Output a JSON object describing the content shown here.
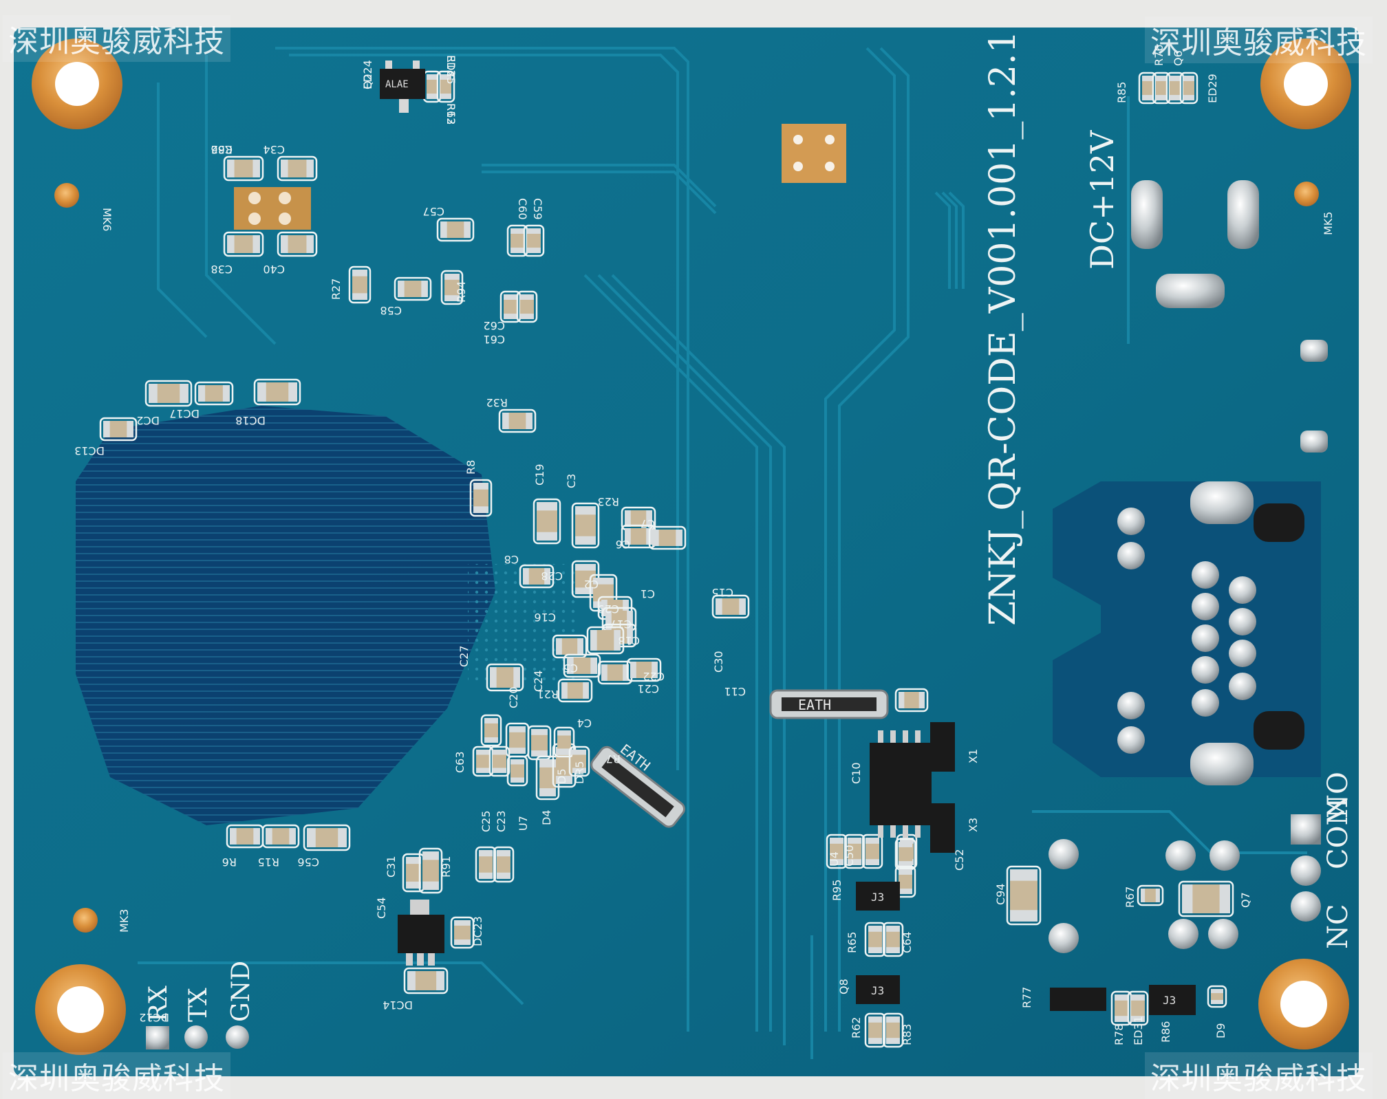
{
  "watermark": "深圳奥骏威科技",
  "board": {
    "model": "ZNKJ_QR-CODE_V001.001_1.2.1",
    "power_label": "DC+12V",
    "uart_labels": [
      "RX",
      "TX",
      "GND"
    ],
    "relay_labels": [
      "NC",
      "COM",
      "NO"
    ],
    "mount_marks": [
      "MK6",
      "MK5",
      "MK3"
    ],
    "chip_markings": [
      "EATH",
      "EATH",
      "ALAE",
      "J3",
      "J3",
      "J3"
    ],
    "refdes": [
      "R13",
      "R12",
      "Q2",
      "C36",
      "C34",
      "C38",
      "C40",
      "C57",
      "C60",
      "C59",
      "R27",
      "C58",
      "R94",
      "C62",
      "C61",
      "DC2",
      "DC17",
      "DC18",
      "DC13",
      "R32",
      "R8",
      "C19",
      "C3",
      "R23",
      "C7",
      "C6",
      "C8",
      "C28",
      "C2",
      "C1",
      "C15",
      "C16",
      "C29",
      "C17",
      "C18",
      "C27",
      "C5",
      "C22",
      "C21",
      "R21",
      "C4",
      "C20",
      "C24",
      "R7",
      "C30",
      "C11",
      "C10",
      "X1",
      "X3",
      "C63",
      "U7",
      "D4",
      "D5",
      "DR5",
      "C25",
      "C23",
      "C31",
      "R91",
      "R6",
      "R15",
      "C56",
      "C54",
      "DC23",
      "DC14",
      "DC12",
      "U4",
      "C50",
      "C52",
      "R95",
      "R65",
      "C64",
      "C94",
      "Q8",
      "R62",
      "R83",
      "R67",
      "Q7",
      "R77",
      "R78",
      "ED31",
      "R86",
      "D9",
      "R85",
      "R76",
      "Q6",
      "ED29",
      "ED25",
      "R63",
      "ED24",
      "R62"
    ]
  }
}
